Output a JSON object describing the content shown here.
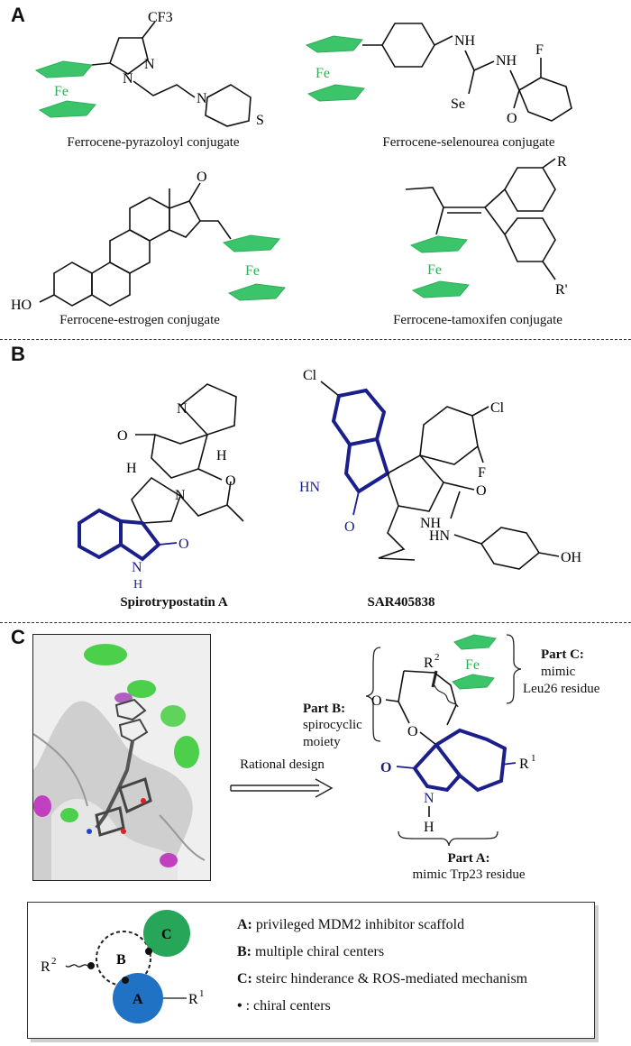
{
  "panels": {
    "A": {
      "label": "A",
      "captions": {
        "pyrazoloyl": "Ferrocene-pyrazoloyl conjugate",
        "selenourea": "Ferrocene-selenourea conjugate",
        "estrogen": "Ferrocene-estrogen conjugate",
        "tamoxifen": "Ferrocene-tamoxifen conjugate"
      },
      "atoms": {
        "cf3": "CF3",
        "n": "N",
        "fe": "Fe",
        "s": "S",
        "nh": "NH",
        "se": "Se",
        "f": "F",
        "o": "O",
        "ho": "HO",
        "r": "R",
        "r_prime": "R'"
      }
    },
    "B": {
      "label": "B",
      "captions": {
        "spiro": "Spirotrypostatin A",
        "sar": "SAR405838"
      },
      "atoms": {
        "cl": "Cl",
        "h": "H",
        "o": "O",
        "n": "N",
        "hn": "HN",
        "nh": "NH",
        "f": "F",
        "oh": "OH"
      }
    },
    "C": {
      "label": "C",
      "arrow_label": "Rational design",
      "part_a_title": "Part A:",
      "part_a_desc": "mimic Trp23 residue",
      "part_b_title": "Part B:",
      "part_b_desc_1": "spirocyclic",
      "part_b_desc_2": "moiety",
      "part_c_title": "Part C:",
      "part_c_desc_1": "mimic",
      "part_c_desc_2": "Leu26 residue",
      "atoms": {
        "r1": "R",
        "r1_sup": "1",
        "r2": "R",
        "r2_sup": "2",
        "fe": "Fe",
        "o": "O",
        "n": "N",
        "h": "H"
      }
    }
  },
  "legend": {
    "node_a": "A",
    "node_b": "B",
    "node_c": "C",
    "r1": "R",
    "r1_sup": "1",
    "r2": "R",
    "r2_sup": "2",
    "items": [
      {
        "key": "A:",
        "text": " privileged MDM2 inhibitor scaffold"
      },
      {
        "key": "B:",
        "text": " multiple chiral centers"
      },
      {
        "key": "C:",
        "text": " steirc hinderance & ROS-mediated mechanism"
      },
      {
        "key": "•",
        "text": " : chiral centers"
      }
    ]
  },
  "colors": {
    "ferrocene_green": "#3cc46a",
    "scaffold_blue": "#1a1f8c",
    "node_a_blue": "#1f72c4",
    "node_c_green": "#27a65a"
  }
}
